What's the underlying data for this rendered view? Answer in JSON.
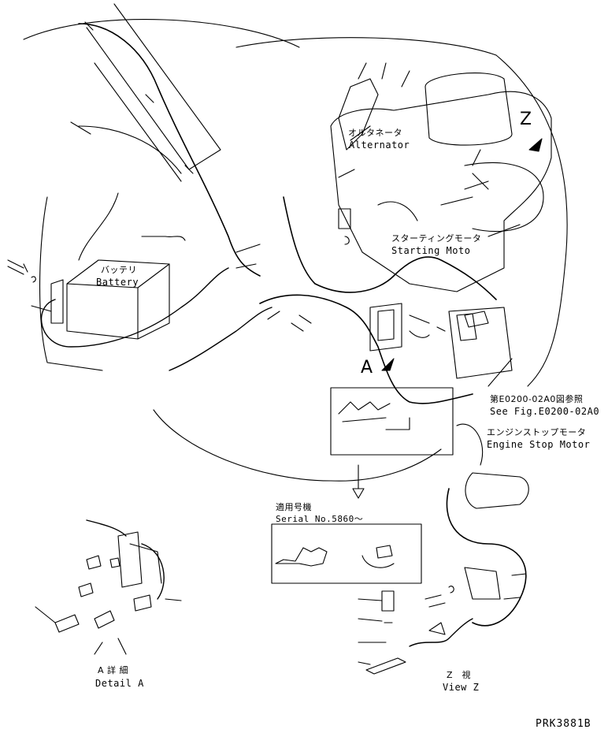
{
  "labels": {
    "alternator_jp": "オルタネータ",
    "alternator_en": "Alternator",
    "starting_motor_jp": "スターティングモータ",
    "starting_motor_en": "Starting Moto",
    "battery_jp": "バッテリ",
    "battery_en": "Battery",
    "see_fig_jp": "第E0200-02A0図参照",
    "see_fig_en": "See Fig.E0200-02A0",
    "engine_stop_jp": "エンジンストップモータ",
    "engine_stop_en": "Engine Stop Motor",
    "serial_jp": "適用号機",
    "serial_en": "Serial No.5860～",
    "detail_a_jp": "A 詳 細",
    "detail_a_en": "Detail A",
    "view_z_jp": "Z　視",
    "view_z_en": "View Z",
    "marker_a": "A",
    "marker_z": "Z",
    "drawing_code": "PRK3881B"
  }
}
